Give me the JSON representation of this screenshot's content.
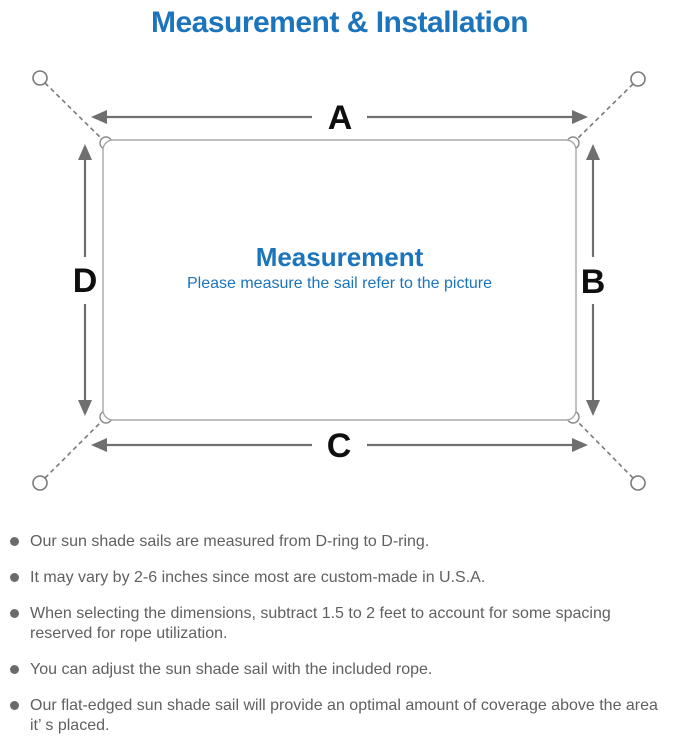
{
  "title": "Measurement & Installation",
  "colors": {
    "accent_blue": "#1b74bc",
    "line_gray": "#7a7a7a",
    "label_black": "#0f0f0f",
    "note_gray": "#606060"
  },
  "diagram": {
    "center_title": "Measurement",
    "center_subtitle": "Please measure the sail refer to the picture",
    "labels": {
      "top": "A",
      "right": "B",
      "bottom": "C",
      "left": "D"
    }
  },
  "notes": {
    "items": [
      {
        "text": "Our sun shade sails are measured from D-ring to D-ring."
      },
      {
        "text": "It may vary by 2-6 inches since most are custom-made in U.S.A."
      },
      {
        "text": "When selecting the dimensions, subtract 1.5 to 2 feet to account for some spacing reserved for rope utilization."
      },
      {
        "text": "You can adjust the sun shade sail with the included rope."
      },
      {
        "text": "Our flat-edged sun shade sail will provide an optimal amount of coverage above the area it’ s placed."
      }
    ]
  }
}
